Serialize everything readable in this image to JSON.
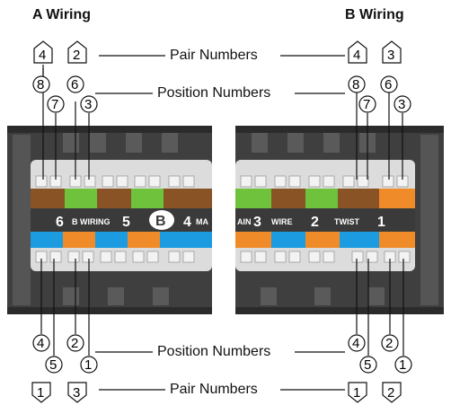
{
  "headings": {
    "a_wiring": "A Wiring",
    "b_wiring": "B Wiring"
  },
  "callouts": {
    "pair_numbers_top": "Pair Numbers",
    "position_numbers_top": "Position Numbers",
    "position_numbers_bottom": "Position Numbers",
    "pair_numbers_bottom": "Pair Numbers"
  },
  "a_wiring": {
    "top_pairs": [
      "4",
      "2"
    ],
    "top_positions": [
      "8",
      "7",
      "6",
      "3"
    ],
    "bottom_positions": [
      "4",
      "5",
      "2",
      "1"
    ],
    "bottom_pairs": [
      "1",
      "3"
    ]
  },
  "b_wiring": {
    "top_pairs": [
      "4",
      "3"
    ],
    "top_positions": [
      "8",
      "7",
      "6",
      "3"
    ],
    "bottom_positions": [
      "4",
      "5",
      "2",
      "1"
    ],
    "bottom_pairs": [
      "1",
      "2"
    ]
  },
  "block": {
    "numbers": [
      "6",
      "5",
      "B",
      "4",
      "3",
      "2",
      "1"
    ],
    "labels": [
      "B WIRING",
      "MA",
      "AIN",
      "WIRE",
      "TWIST"
    ]
  },
  "colors": {
    "brown": "#8a5326",
    "green": "#6fc23c",
    "orange": "#f08b2a",
    "blue": "#1c9be0",
    "panel": "#3f3f3f",
    "block": "#dcdcdc"
  }
}
